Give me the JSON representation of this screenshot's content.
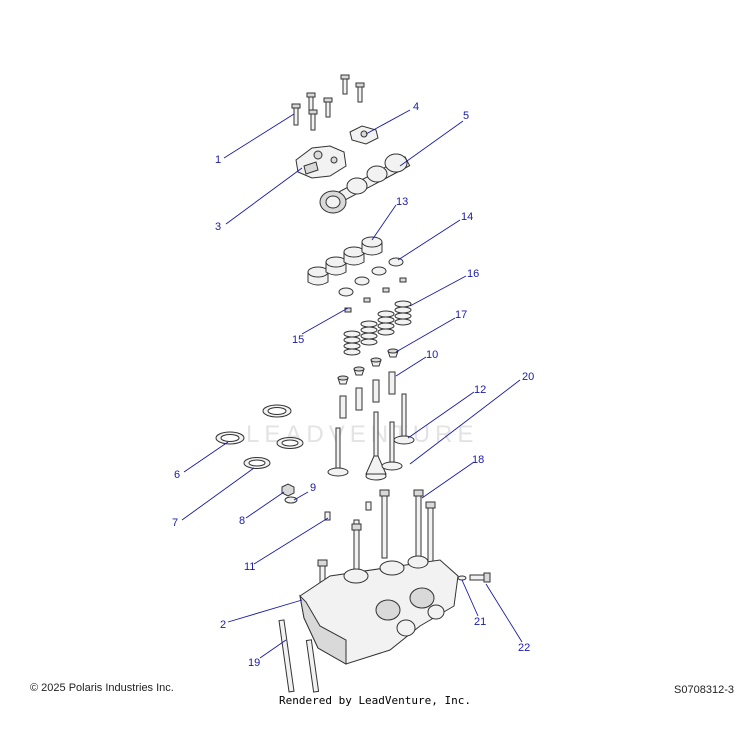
{
  "watermark": "LEADVENTURE",
  "callouts": [
    {
      "id": "1",
      "label": "1"
    },
    {
      "id": "2",
      "label": "2"
    },
    {
      "id": "3",
      "label": "3"
    },
    {
      "id": "4",
      "label": "4"
    },
    {
      "id": "5",
      "label": "5"
    },
    {
      "id": "6",
      "label": "6"
    },
    {
      "id": "7",
      "label": "7"
    },
    {
      "id": "8",
      "label": "8"
    },
    {
      "id": "9",
      "label": "9"
    },
    {
      "id": "10",
      "label": "10"
    },
    {
      "id": "11",
      "label": "11"
    },
    {
      "id": "12",
      "label": "12"
    },
    {
      "id": "13",
      "label": "13"
    },
    {
      "id": "14",
      "label": "14"
    },
    {
      "id": "15",
      "label": "15"
    },
    {
      "id": "16",
      "label": "16"
    },
    {
      "id": "17",
      "label": "17"
    },
    {
      "id": "18",
      "label": "18"
    },
    {
      "id": "19",
      "label": "19"
    },
    {
      "id": "20",
      "label": "20"
    },
    {
      "id": "21",
      "label": "21"
    },
    {
      "id": "22",
      "label": "22"
    }
  ],
  "footer": {
    "copyright": "© 2025 Polaris Industries Inc.",
    "rendered_by": "Rendered by LeadVenture, Inc.",
    "diagram_id": "S0708312-3"
  }
}
